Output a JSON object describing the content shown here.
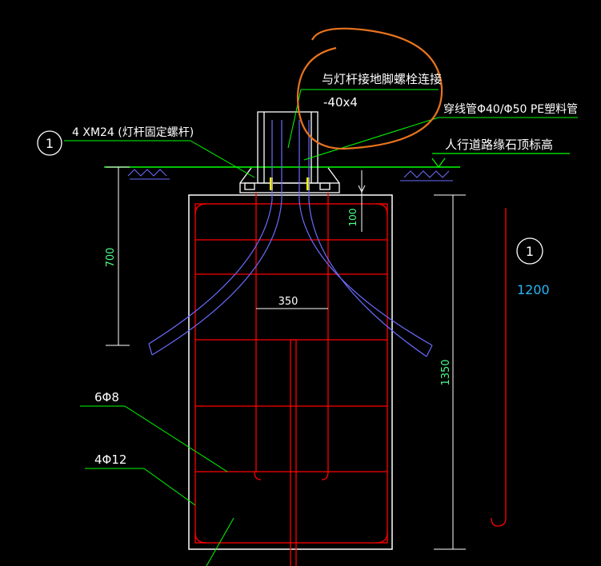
{
  "labels": {
    "bolt_connection": "与灯杆接地脚螺栓连接",
    "flat_steel": "-40x4",
    "conduit": "穿线管Φ40/Φ50 PE塑料管",
    "curb_elevation": "人行道路缘石顶标高",
    "anchor_bolts": "4 XM24 (灯杆固定螺杆)",
    "stirrup": "6Φ8",
    "main_bar": "4Φ12"
  },
  "markers": {
    "left_circle": "1",
    "right_circle": "1"
  },
  "dimensions": {
    "d700": "700",
    "d100": "100",
    "d350": "350",
    "d1350": "1350",
    "d1200": "1200"
  },
  "colors": {
    "background": "#000000",
    "annotation_text": "#ffffff",
    "leader_lines": "#00ff00",
    "rebar": "#ff0000",
    "conduit": "#6b6bff",
    "dimension_text": "#4dff88",
    "cyan_text": "#29b6f6",
    "highlight_circle": "#e8731e",
    "outline": "#ffffff"
  }
}
